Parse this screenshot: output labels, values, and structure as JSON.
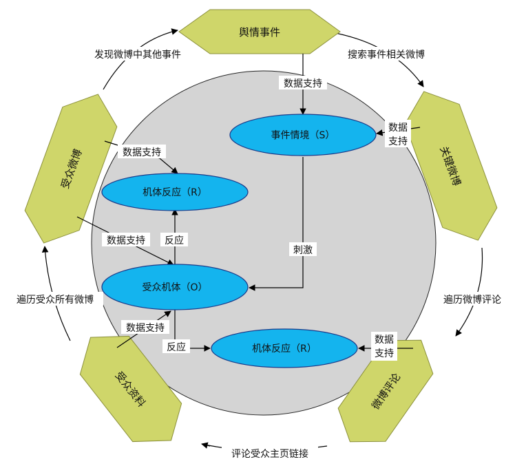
{
  "colors": {
    "hexagon_fill": "#cfd66a",
    "hexagon_stroke": "#8a8f3a",
    "ellipse_fill": "#14b4ee",
    "inner_circle_fill": "#d4d4d4",
    "arrow": "#000000"
  },
  "hexagons": {
    "top": "舆情事件",
    "right": "关键微博",
    "bottom_right": "微博评论",
    "bottom_left": "受众资料",
    "left": "受众微博"
  },
  "ellipses": {
    "situation": "事件情境（S）",
    "reaction_top": "机体反应（R）",
    "organism": "受众机体（O）",
    "reaction_bottom": "机体反应（R）"
  },
  "outer_labels": {
    "left_top": "发现微博中其他事件",
    "right_top": "搜索事件相关微博",
    "right_mid": "遍历微博评论",
    "bottom": "评论受众主页链接",
    "left_mid": "遍历受众所有微博"
  },
  "inner_labels": {
    "data_support_top": "数据支持",
    "data_support_right_line1": "数据",
    "data_support_right_line2": "支持",
    "data_support_left_top": "数据支持",
    "data_support_left_mid": "数据支持",
    "reaction_up": "反应",
    "stimulus": "刺激",
    "data_support_left_bottom": "数据支持",
    "reaction_right": "反应",
    "data_support_bottom_line1": "数据",
    "data_support_bottom_line2": "支持"
  }
}
